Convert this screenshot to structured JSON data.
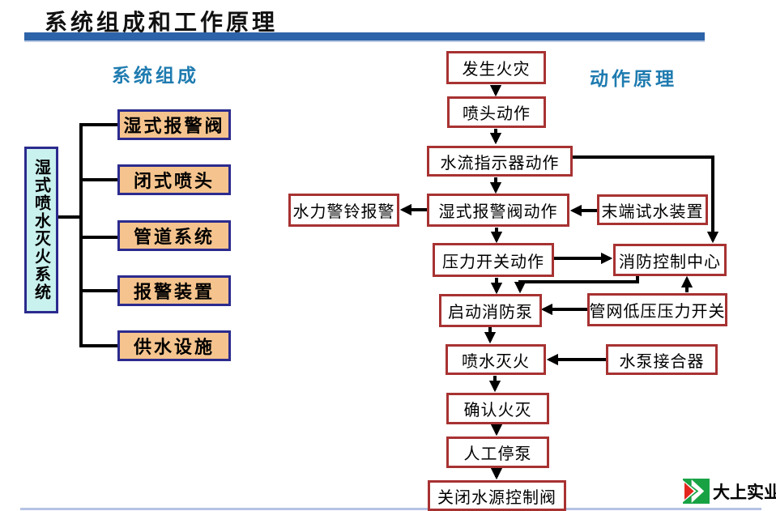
{
  "title": "系统组成和工作原理",
  "left_panel": {
    "heading": "系统组成",
    "root": "湿式喷水灭火系统",
    "components": [
      "湿式报警阀",
      "闭式喷头",
      "管道系统",
      "报警装置",
      "供水设施"
    ]
  },
  "right_panel": {
    "heading": "动作原理",
    "nodes": {
      "fire": "发生火灾",
      "sprinkler": "喷头动作",
      "flow_indicator": "水流指示器动作",
      "wet_valve": "湿式报警阀动作",
      "hydraulic_bell": "水力警铃报警",
      "end_test": "末端试水装置",
      "pressure_switch": "压力开关动作",
      "control_center": "消防控制中心",
      "start_pump": "启动消防泵",
      "low_pressure_switch": "管网低压压力开关",
      "spray": "喷水灭火",
      "pump_coupler": "水泵接合器",
      "confirm_out": "确认火灭",
      "manual_stop": "人工停泵",
      "close_valve": "关闭水源控制阀"
    },
    "edges": [
      {
        "from": "发生火灾",
        "to": "喷头动作"
      },
      {
        "from": "喷头动作",
        "to": "水流指示器动作"
      },
      {
        "from": "水流指示器动作",
        "to": "湿式报警阀动作"
      },
      {
        "from": "水流指示器动作",
        "to": "消防控制中心"
      },
      {
        "from": "湿式报警阀动作",
        "to": "水力警铃报警"
      },
      {
        "from": "末端试水装置",
        "to": "湿式报警阀动作"
      },
      {
        "from": "湿式报警阀动作",
        "to": "压力开关动作"
      },
      {
        "from": "压力开关动作",
        "to": "消防控制中心"
      },
      {
        "from": "压力开关动作",
        "to": "启动消防泵"
      },
      {
        "from": "消防控制中心",
        "to": "启动消防泵"
      },
      {
        "from": "管网低压压力开关",
        "to": "消防控制中心"
      },
      {
        "from": "管网低压压力开关",
        "to": "启动消防泵"
      },
      {
        "from": "启动消防泵",
        "to": "喷水灭火"
      },
      {
        "from": "水泵接合器",
        "to": "喷水灭火"
      },
      {
        "from": "喷水灭火",
        "to": "确认火灭"
      },
      {
        "from": "确认火灭",
        "to": "人工停泵"
      },
      {
        "from": "人工停泵",
        "to": "关闭水源控制阀"
      }
    ]
  },
  "logo": {
    "text": "大上实业"
  },
  "colors": {
    "title_bar_blue": "#2d63a8",
    "heading_blue": "#1e7bb0",
    "flow_box_border_red": "#a83232",
    "component_box_fill": "#f5c48e",
    "component_box_border": "#2b2b8e",
    "root_box_fill": "#c9f1ee",
    "connector_black": "#000000",
    "bottom_line_blue": "#b4c3e4",
    "logo_green": "#18a244",
    "logo_red": "#e3261d"
  }
}
